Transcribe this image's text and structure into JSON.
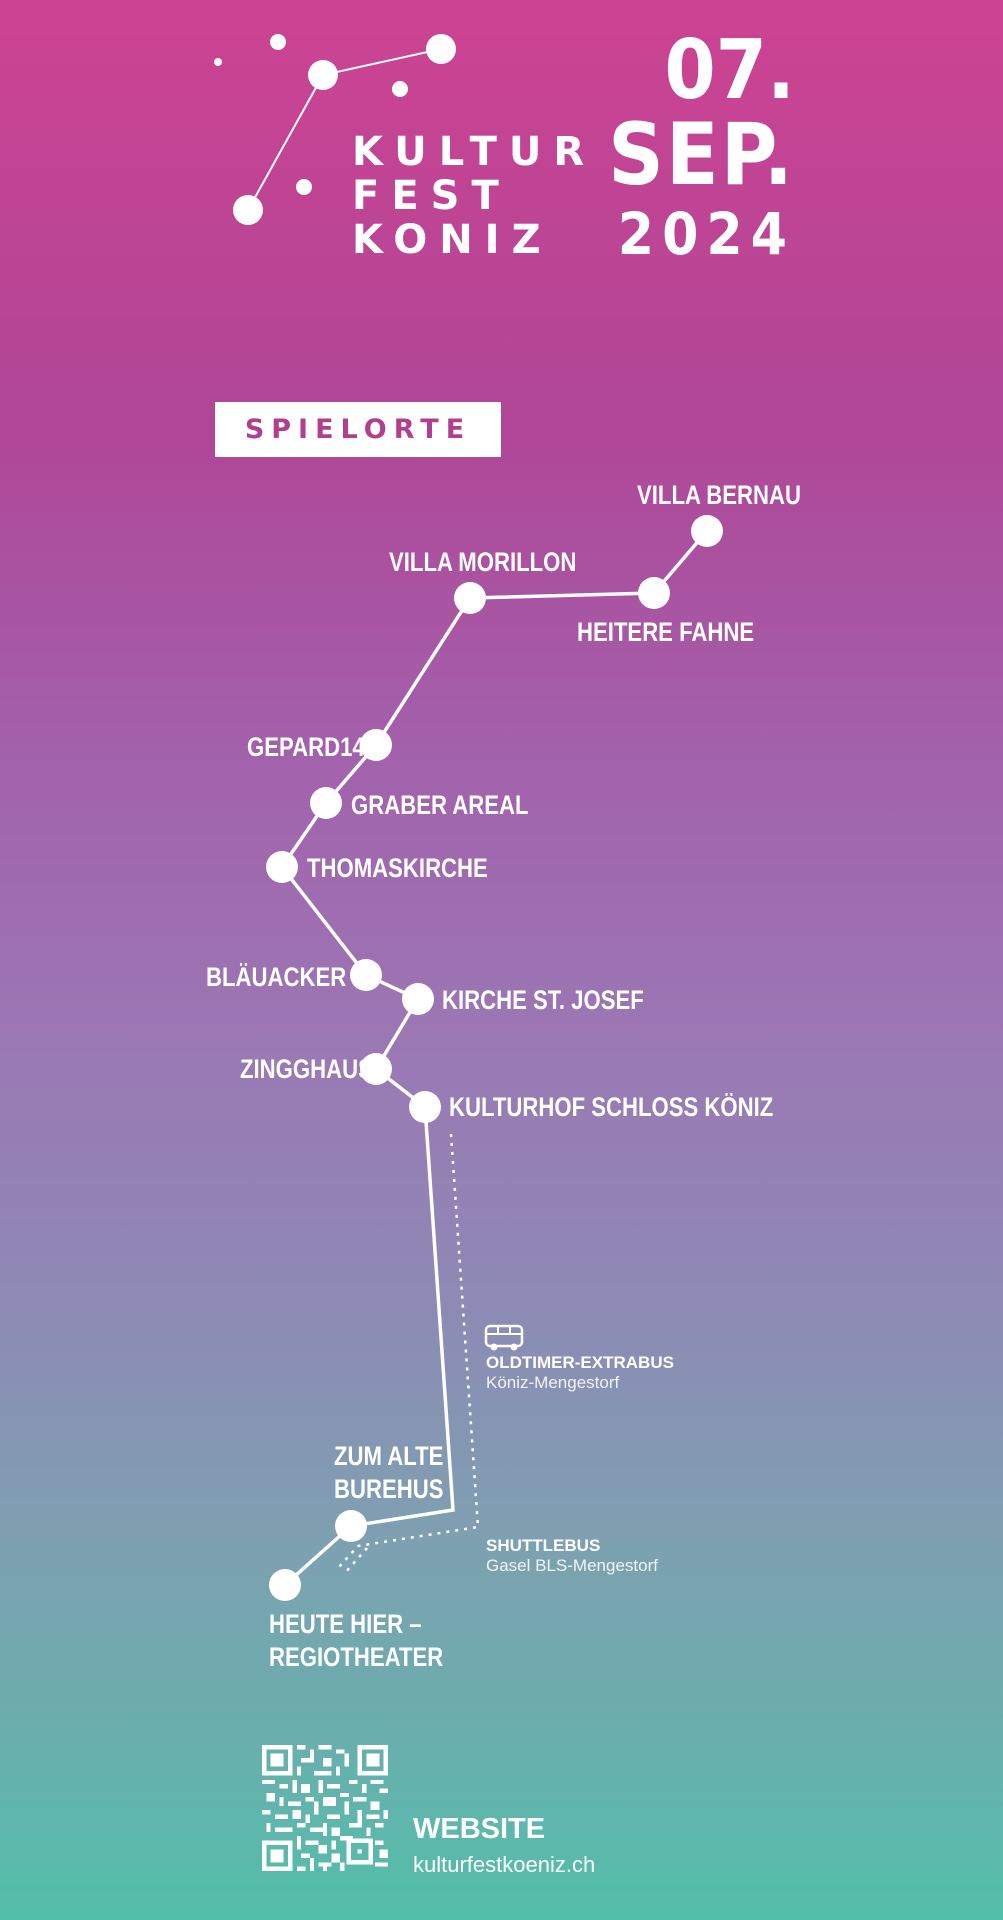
{
  "logo": {
    "lines": [
      "KULTUR",
      "FEST",
      "KONIZ"
    ]
  },
  "date": {
    "day": "07.",
    "month": "SEP.",
    "year": "2024"
  },
  "section_badge": "SPIELORTE",
  "venues": {
    "villa_bernau": "VILLA BERNAU",
    "villa_morillon": "VILLA MORILLON",
    "heitere_fahne": "HEITERE FAHNE",
    "gepard14": "GEPARD14",
    "graber_areal": "GRABER AREAL",
    "thomaskirche": "THOMASKIRCHE",
    "blaeuacker": "BLÄUACKER II",
    "kirche_st_josef": "KIRCHE ST. JOSEF",
    "zingghaus": "ZINGGHAUS",
    "kulturhof": "KULTURHOF SCHLOSS KÖNIZ",
    "zum_alte_burehus_1": "ZUM ALTE",
    "zum_alte_burehus_2": "BUREHUS",
    "heute_hier_1": "HEUTE HIER –",
    "heute_hier_2": "REGIOTHEATER"
  },
  "transport": {
    "oldtimer_title": "OLDTIMER-EXTRABUS",
    "oldtimer_route": "Köniz-Mengestorf",
    "shuttle_title": "SHUTTLEBUS",
    "shuttle_route": "Gasel BLS-Mengestorf"
  },
  "website": {
    "title": "WEBSITE",
    "url": "kulturfestkoeniz.ch"
  },
  "colors": {
    "top": "#cd4392",
    "bottom": "#52bfa9",
    "badge_text": "#b0408f"
  },
  "icons": [
    "bus-icon",
    "qr-code"
  ]
}
